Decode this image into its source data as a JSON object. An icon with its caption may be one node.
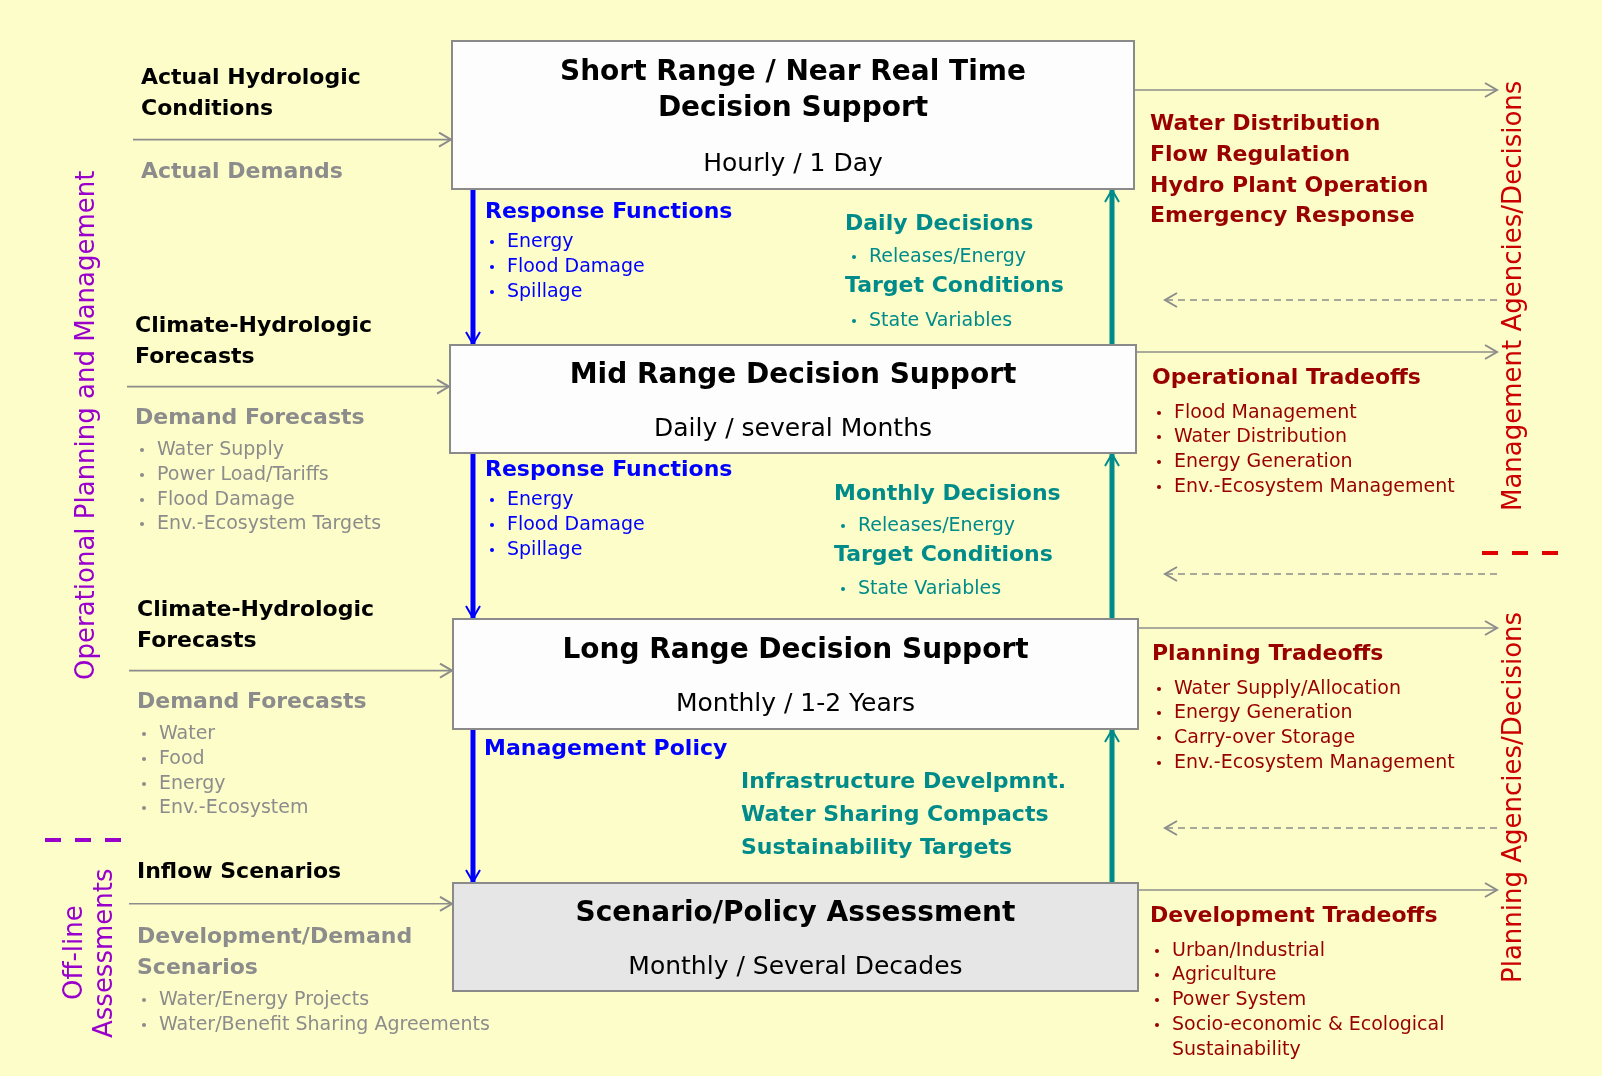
{
  "diagram": {
    "nodes": [
      {
        "text": [
          "Short Range / Near Real Time Decision Support",
          "Hourly / 1 Day"
        ]
      },
      {
        "text": [
          "Mid Range Decision Support",
          "Daily / several Months"
        ]
      },
      {
        "text": [
          "Long Range Decision Support",
          "Monthly / 1-2 Years"
        ]
      },
      {
        "text": [
          "Scenario/Policy Assessment",
          "Monthly / Several Decades"
        ]
      },
      {
        "text": [
          "Actual Hydrologic Conditions",
          "Actual Demands"
        ]
      },
      {
        "text": [
          "Climate-Hydrologic Forecasts",
          "Demand Forecasts",
          "Water Supply",
          "Power Load/Tariffs",
          "Flood Damage",
          "Env.-Ecosystem Targets"
        ]
      },
      {
        "text": [
          "Climate-Hydrologic Forecasts",
          "Demand Forecasts",
          "Water",
          "Food",
          "Energy",
          "Env.-Ecosystem"
        ]
      },
      {
        "text": [
          "Inflow Scenarios",
          "Development/Demand Scenarios",
          "Water/Energy Projects",
          "Water/Benefit Sharing Agreements"
        ]
      },
      {
        "text": [
          "Water Distribution",
          "Flow Regulation",
          "Hydro Plant Operation",
          "Emergency Response"
        ]
      },
      {
        "text": [
          "Operational Tradeoffs",
          "Flood Management",
          "Water Distribution",
          "Energy Generation",
          "Env.-Ecosystem Management"
        ]
      },
      {
        "text": [
          "Planning Tradeoffs",
          "Water Supply/Allocation",
          "Energy Generation",
          "Carry-over Storage",
          "Env.-Ecosystem Management"
        ]
      },
      {
        "text": [
          "Development Tradeoffs",
          "Urban/Industrial",
          "Agriculture",
          "Power System",
          "Socio-economic & Ecological Sustainability"
        ]
      },
      {
        "text": [
          "Management Agencies/Decisions"
        ]
      },
      {
        "text": [
          "Planning Agencies/Decisions"
        ]
      }
    ],
    "edges": [
      {
        "from": 4,
        "to": 0,
        "arrow": "to"
      },
      {
        "from": 5,
        "to": 1,
        "arrow": "to"
      },
      {
        "from": 6,
        "to": 2,
        "arrow": "to"
      },
      {
        "from": 7,
        "to": 3,
        "arrow": "to"
      },
      {
        "from": 0,
        "to": 12,
        "arrow": "to"
      },
      {
        "from": 1,
        "to": 12,
        "arrow": "to"
      },
      {
        "from": 2,
        "to": 13,
        "arrow": "to"
      },
      {
        "from": 3,
        "to": 13,
        "arrow": "to"
      },
      {
        "from": 0,
        "to": 1,
        "arrow": "to",
        "style": "thick",
        "color": "#0000ff"
      },
      {
        "from": 1,
        "to": 0,
        "arrow": "to",
        "style": "thick",
        "color": "#008b8b"
      },
      {
        "from": 1,
        "to": 2,
        "arrow": "to",
        "style": "thick",
        "color": "#0000ff"
      },
      {
        "from": 2,
        "to": 1,
        "arrow": "to",
        "style": "thick",
        "color": "#008b8b"
      },
      {
        "from": 2,
        "to": 3,
        "arrow": "to",
        "style": "thick",
        "color": "#0000ff"
      },
      {
        "from": 3,
        "to": 2,
        "arrow": "to",
        "style": "thick",
        "color": "#008b8b"
      },
      {
        "from": 12,
        "to": null,
        "arrow": "to",
        "style": "dashed"
      },
      {
        "from": 12,
        "to": null,
        "arrow": "to",
        "style": "dashed"
      },
      {
        "from": 13,
        "to": null,
        "arrow": "to",
        "style": "dashed"
      }
    ],
    "labels": [
      "Response Functions",
      "Energy",
      "Flood Damage",
      "Spillage",
      "Daily Decisions",
      "Releases/Energy",
      "Target Conditions",
      "State Variables",
      "Response Functions",
      "Energy",
      "Flood Damage",
      "Spillage",
      "Monthly Decisions",
      "Releases/Energy",
      "Target Conditions",
      "State Variables",
      "Management Policy",
      "Infrastructure Develpmnt.",
      "Water Sharing Compacts",
      "Sustainability Targets",
      "Operational Planning and Management",
      "Off-line Assessments"
    ]
  }
}
